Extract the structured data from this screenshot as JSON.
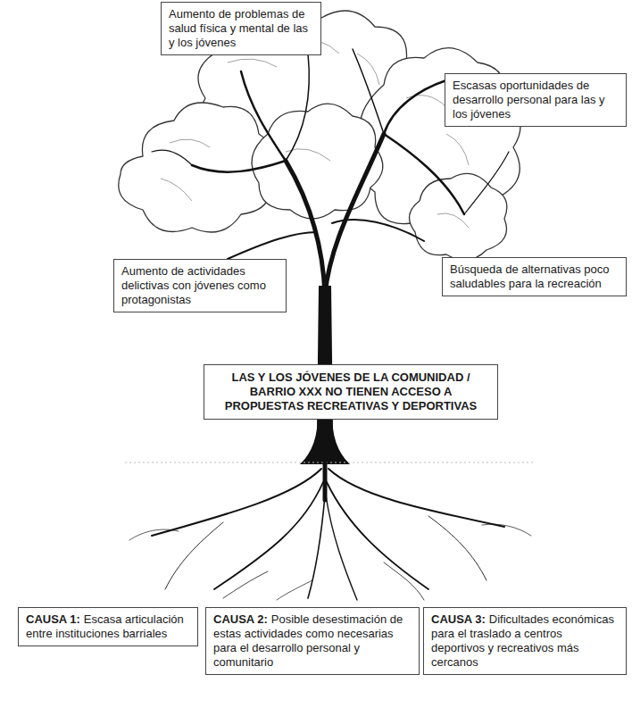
{
  "diagram": {
    "nodes": [
      {
        "text": [
          "Aumento de problemas de salud física y mental de las y los jóvenes"
        ]
      },
      {
        "text": [
          "Escasas oportunidades de desarrollo personal para las y los jóvenes"
        ]
      },
      {
        "text": [
          "Aumento de actividades delictivas con jóvenes como protagonistas"
        ]
      },
      {
        "text": [
          "Búsqueda de alternativas poco saludables para la recreación"
        ]
      },
      {
        "text": [
          "LAS Y LOS JÓVENES DE LA COMUNIDAD / BARRIO XXX NO TIENEN ACCESO A PROPUESTAS RECREATIVAS Y DEPORTIVAS"
        ]
      },
      {
        "text": [
          "CAUSA 1:",
          "Escasa articulación entre instituciones barriales"
        ]
      },
      {
        "text": [
          "CAUSA 2:",
          "Posible desestimación de estas actividades como necesarias para el desarrollo personal y comunitario"
        ]
      },
      {
        "text": [
          "CAUSA 3:",
          "Dificultades económicas para el traslado a centros deportivos y recreativos más cercanos"
        ]
      }
    ]
  }
}
